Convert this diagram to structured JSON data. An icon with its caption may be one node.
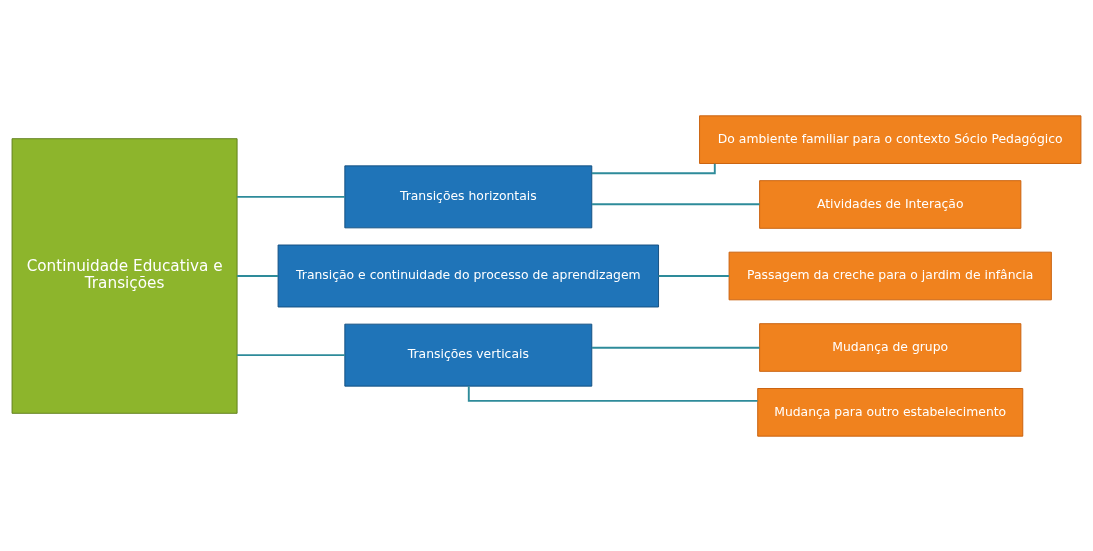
{
  "diagram": {
    "nodes": [
      {
        "text": [
          "Continuidade Educativa e Transições"
        ]
      },
      {
        "text": [
          "Transições horizontais"
        ]
      },
      {
        "text": [
          "Transição e continuidade do processo de aprendizagem"
        ]
      },
      {
        "text": [
          "Transições verticais"
        ]
      },
      {
        "text": [
          "Do ambiente familiar para o contexto Sócio Pedagógico"
        ]
      },
      {
        "text": [
          "Atividades de Interação"
        ]
      },
      {
        "text": [
          "Passagem da creche para o jardim de infância"
        ]
      },
      {
        "text": [
          "Mudança de grupo"
        ]
      },
      {
        "text": [
          "Mudança para outro estabelecimento"
        ]
      }
    ],
    "edges": [
      {
        "from": 0,
        "to": 1,
        "arrow": "none"
      },
      {
        "from": 0,
        "to": 2,
        "arrow": "none"
      },
      {
        "from": 0,
        "to": 3,
        "arrow": "none"
      },
      {
        "from": 1,
        "to": 4,
        "arrow": "none"
      },
      {
        "from": 1,
        "to": 5,
        "arrow": "none"
      },
      {
        "from": 2,
        "to": 6,
        "arrow": "none"
      },
      {
        "from": 3,
        "to": 7,
        "arrow": "none"
      },
      {
        "from": 3,
        "to": 8,
        "arrow": "none"
      }
    ]
  }
}
